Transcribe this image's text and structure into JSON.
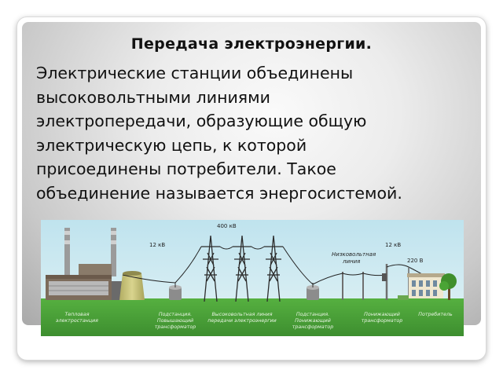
{
  "slide": {
    "title": "Передача электроэнергии.",
    "body_lines": [
      "Электрические станции объединены",
      "высоковольтными линиями",
      "электропередачи, образующие общую",
      "электрическую цепь, к которой",
      "присоединены потребители. Такое",
      "объединение называется энергосистемой."
    ]
  },
  "diagram": {
    "voltage_labels": {
      "plant_output": "12 кВ",
      "transmission": "400 кВ",
      "low_voltage_line_1": "Низковольтная",
      "low_voltage_line_2": "линия",
      "distribution": "12 кВ",
      "consumer": "220 В"
    },
    "captions": [
      [
        "Тепловая",
        "электростанция"
      ],
      [
        "Подстанция.",
        "Повышающий",
        "трансформатор"
      ],
      [
        "Высоковольтная линия",
        "передачи электроэнергии"
      ],
      [
        "Подстанция.",
        "Понижающий",
        "трансформатор"
      ],
      [
        "Понижающий",
        "трансформатор"
      ],
      [
        "Потребитель"
      ]
    ]
  },
  "colors": {
    "sky": "#a9d8e6",
    "grass": "#3f9a35",
    "cooling_tower": "#c7c27a",
    "tower": "#2c2c2c",
    "building": "#e9e1c9"
  }
}
